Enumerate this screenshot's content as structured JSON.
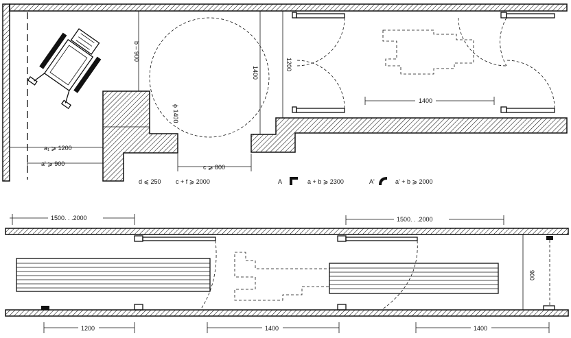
{
  "upper_plan": {
    "dims": {
      "a1": "a₁ ⩾ 1200",
      "a_prime": "a' ⩾ 900",
      "b": "b – 900",
      "circle": "ϕ 1400",
      "vertical_1400": "1400",
      "vertical_1200": "1200",
      "c": "c ⩾ 800",
      "room_1400": "1400"
    },
    "notes": {
      "d": "d ⩽ 250",
      "cf": "c + f ⩾ 2000",
      "case_a_letter": "A",
      "case_a_rule": "a + b ⩾ 2300",
      "case_a_prime_letter": "A'",
      "case_a_prime_rule": "a' + b ⩾ 2000"
    }
  },
  "lower_plan": {
    "dims": {
      "left_span": "1500. . .2000",
      "right_span": "1500. . .2000",
      "width_900": "900",
      "bottom_1200": "1200",
      "bottom_1400_mid": "1400",
      "bottom_1400_right": "1400"
    }
  }
}
